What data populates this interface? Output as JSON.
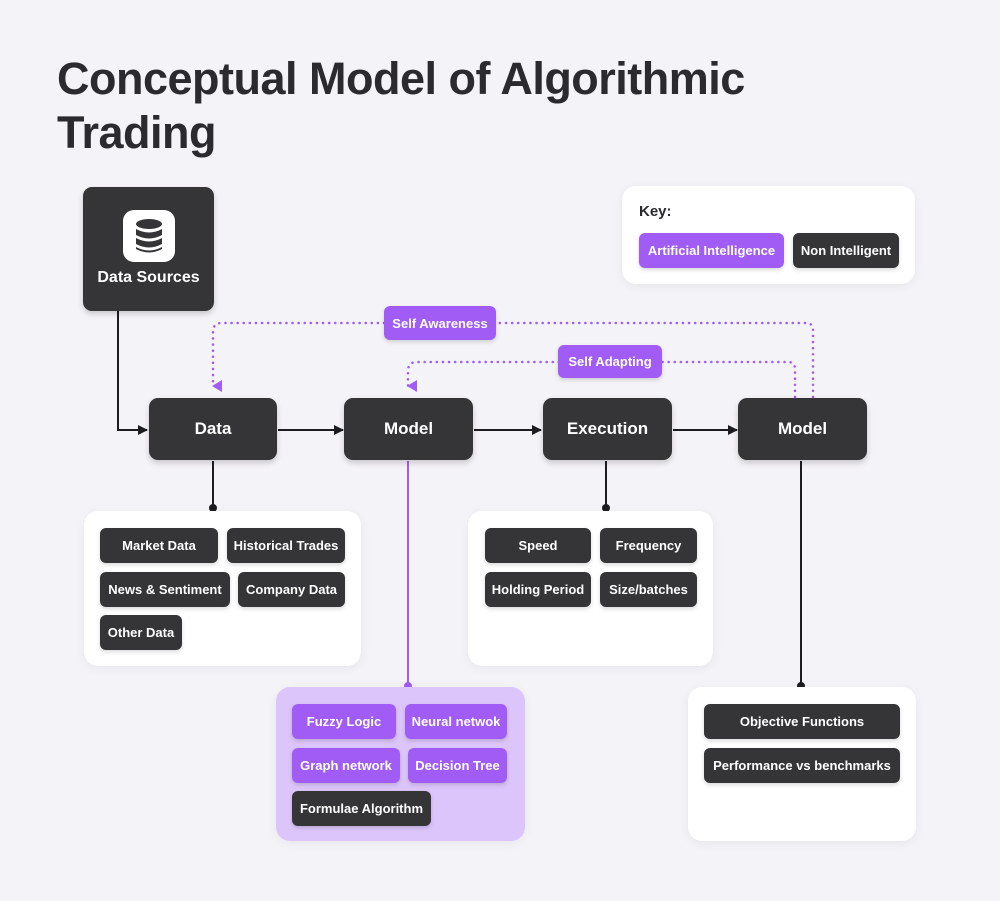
{
  "title": "Conceptual Model of Algorithmic Trading",
  "source": {
    "label": "Data Sources",
    "icon": "database-icon"
  },
  "key": {
    "title": "Key:",
    "ai_label": "Artificial Intelligence",
    "ni_label": "Non Intelligent"
  },
  "feedback": {
    "self_awareness": "Self Awareness",
    "self_adapting": "Self Adapting"
  },
  "stages": {
    "data": "Data",
    "model": "Model",
    "execution": "Execution",
    "model2": "Model"
  },
  "data_items": [
    "Market Data",
    "Historical Trades",
    "News & Sentiment",
    "Company Data",
    "Other Data"
  ],
  "model_items": [
    "Fuzzy Logic",
    "Neural netwok",
    "Graph network",
    "Decision Tree",
    "Formulae Algorithm"
  ],
  "execution_items": [
    "Speed",
    "Frequency",
    "Holding Period",
    "Size/batches"
  ],
  "model2_items": [
    "Objective Functions",
    "Performance vs benchmarks"
  ],
  "colors": {
    "ai": "#a05cf5",
    "non_intelligent": "#353437",
    "ai_panel": "#dcc5fb",
    "background": "#f4f3f7"
  }
}
